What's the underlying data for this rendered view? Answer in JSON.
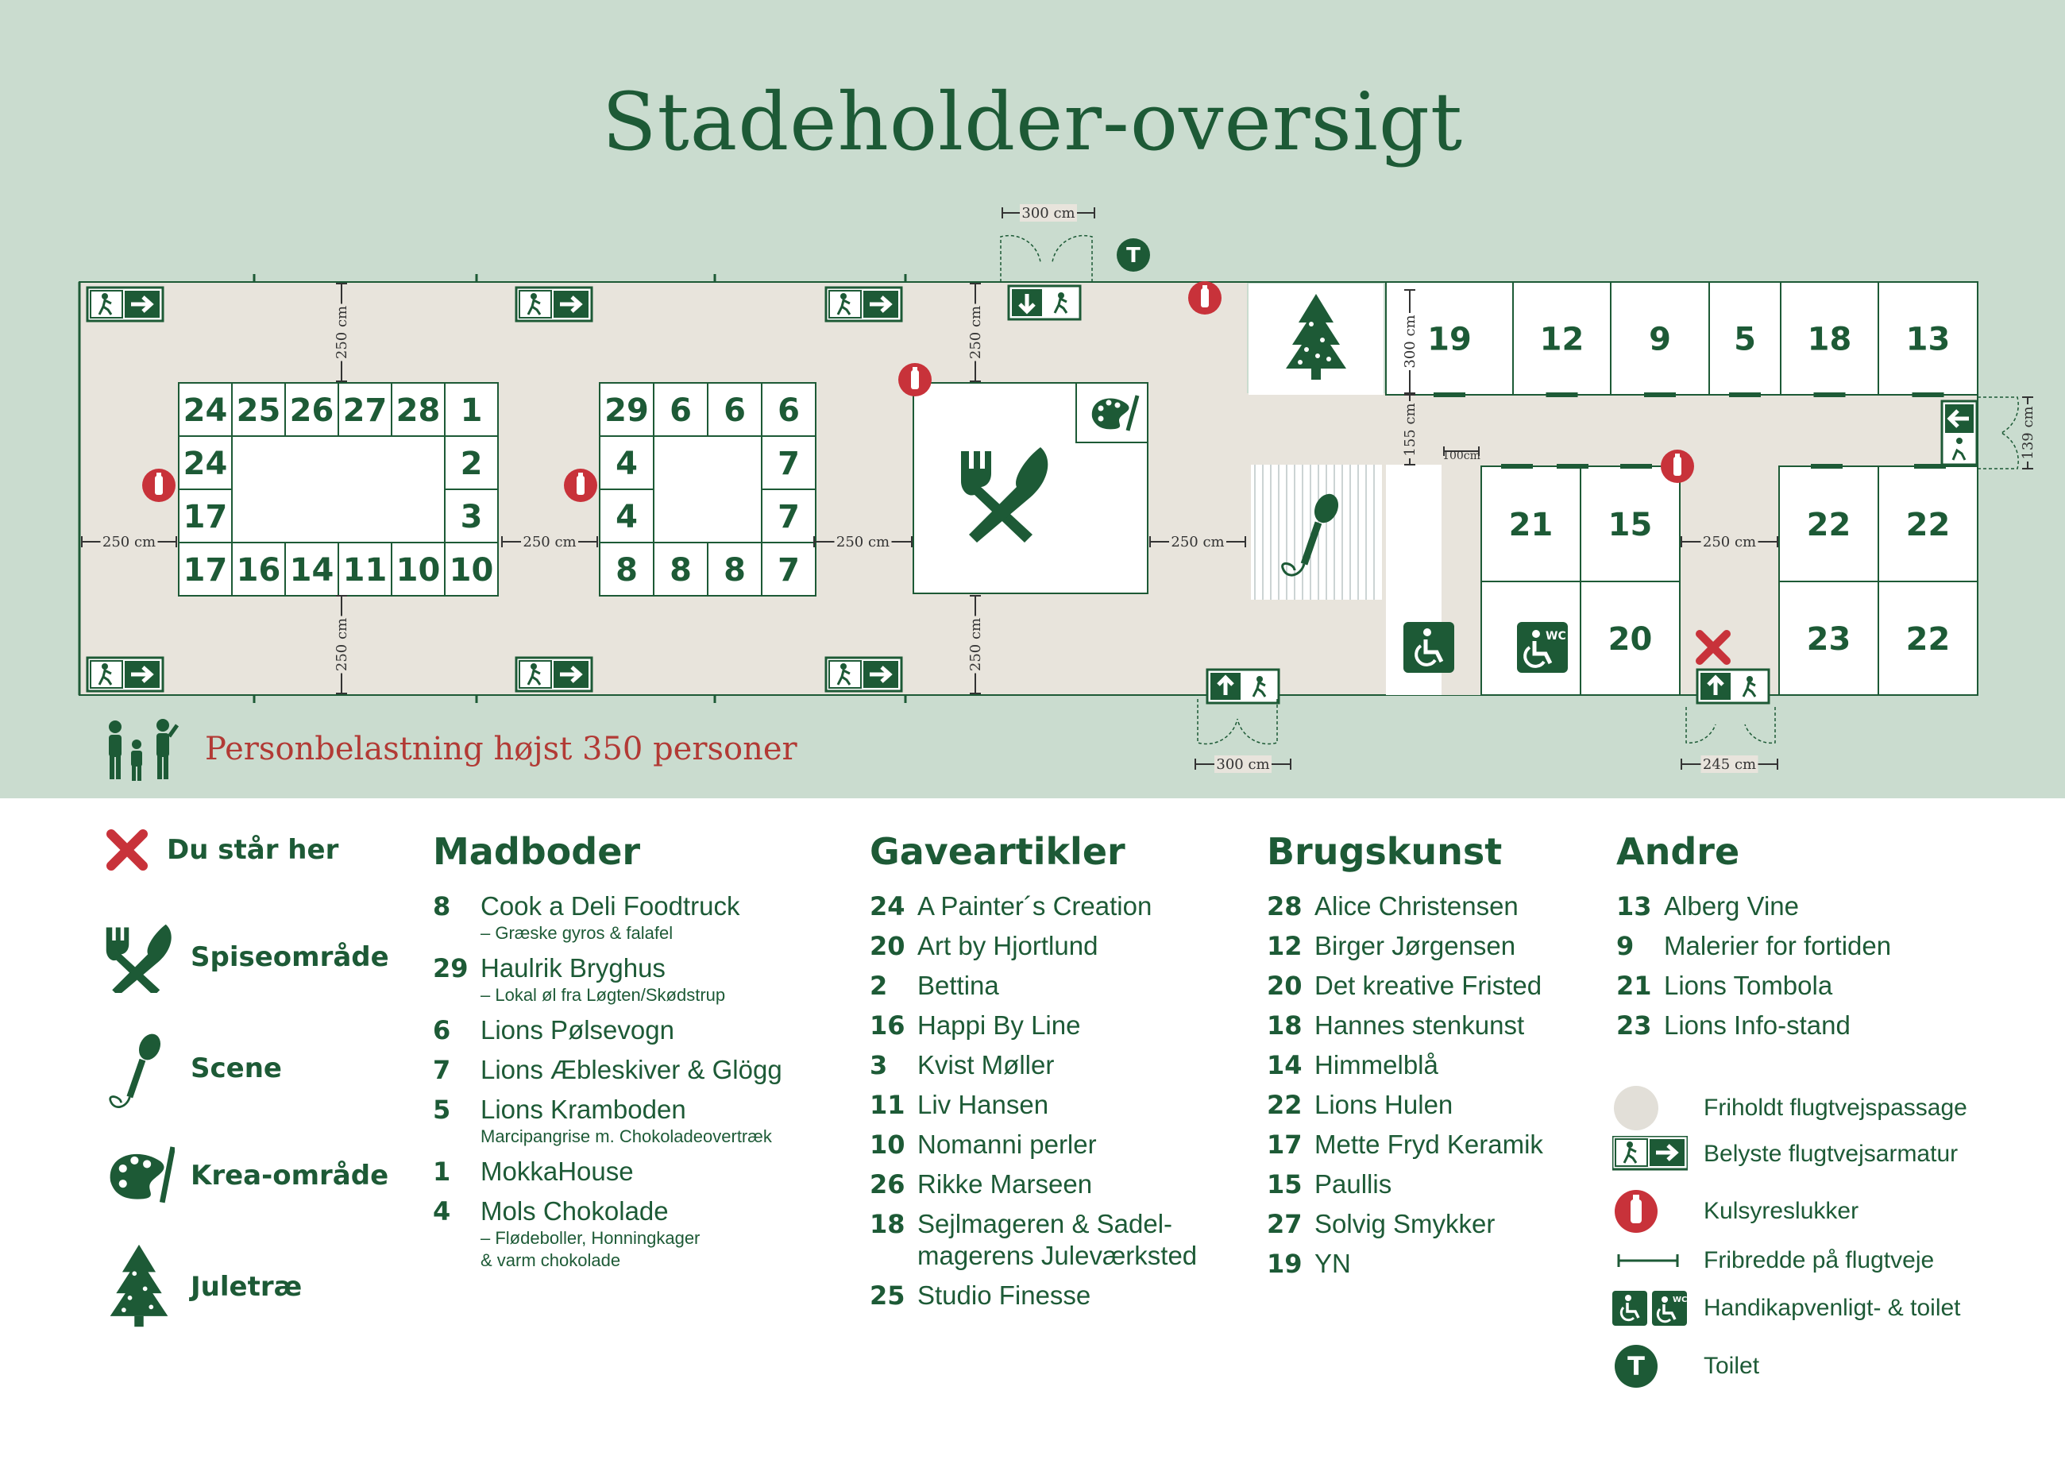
{
  "title": "Stadeholder-oversigt",
  "capacity_text": "Personbelastning højst 350 personer",
  "dimensions": {
    "d300": "300 cm",
    "d250": "250 cm",
    "d245": "245 cm",
    "d155": "155 cm",
    "d100": "100cm",
    "d139": "139 cm"
  },
  "map_symbols": {
    "toilet_letter": "T",
    "wc_letter": "WC"
  },
  "booths": {
    "grid1_top": [
      "24",
      "25",
      "26",
      "27",
      "28",
      "1"
    ],
    "grid1_left": [
      "24",
      "17"
    ],
    "grid1_right": [
      "2",
      "3"
    ],
    "grid1_bottom": [
      "17",
      "16",
      "14",
      "11",
      "10",
      "10"
    ],
    "grid2_top": [
      "29",
      "6",
      "6",
      "6"
    ],
    "grid2_left": [
      "4",
      "4"
    ],
    "grid2_right": [
      "7",
      "7"
    ],
    "grid2_bottom": [
      "8",
      "8",
      "8",
      "7"
    ],
    "right_top": [
      "19",
      "12",
      "9",
      "5",
      "18",
      "13"
    ],
    "mid_pair": [
      "21",
      "15"
    ],
    "mid_lower": "20",
    "far_right_top": [
      "22",
      "22"
    ],
    "far_right_bottom": [
      "23",
      "22"
    ]
  },
  "legend_icons": [
    {
      "label": "Du står her",
      "icon": "x-mark-icon"
    },
    {
      "label": "Spiseområde",
      "icon": "cutlery-icon"
    },
    {
      "label": "Scene",
      "icon": "microphone-icon"
    },
    {
      "label": "Krea-område",
      "icon": "palette-icon"
    },
    {
      "label": "Juletræ",
      "icon": "christmas-tree-icon"
    }
  ],
  "columns": [
    {
      "heading": "Madboder",
      "entries": [
        {
          "num": "8",
          "name": "Cook a Deli Foodtruck",
          "sub": "– Græske gyros & falafel"
        },
        {
          "num": "29",
          "name": "Haulrik Bryghus",
          "sub": "– Lokal øl fra Løgten/Skødstrup"
        },
        {
          "num": "6",
          "name": "Lions Pølsevogn",
          "sub": ""
        },
        {
          "num": "7",
          "name": "Lions Æbleskiver & Glögg",
          "sub": ""
        },
        {
          "num": "5",
          "name": "Lions Kramboden",
          "sub": "Marcipangrise m. Chokoladeovertræk"
        },
        {
          "num": "1",
          "name": "MokkaHouse",
          "sub": ""
        },
        {
          "num": "4",
          "name": "Mols Chokolade",
          "sub": "– Flødeboller, Honningkager",
          "sub2": "& varm chokolade"
        }
      ]
    },
    {
      "heading": "Gaveartikler",
      "entries": [
        {
          "num": "24",
          "name": "A Painter´s Creation"
        },
        {
          "num": "20",
          "name": "Art by Hjortlund"
        },
        {
          "num": "2",
          "name": "Bettina"
        },
        {
          "num": "16",
          "name": "Happi By Line"
        },
        {
          "num": "3",
          "name": "Kvist Møller"
        },
        {
          "num": "11",
          "name": "Liv Hansen"
        },
        {
          "num": "10",
          "name": "Nomanni perler"
        },
        {
          "num": "26",
          "name": "Rikke Marseen"
        },
        {
          "num": "18",
          "name": "Sejlmageren & Sadel-",
          "name2": "magerens Juleværksted"
        },
        {
          "num": "25",
          "name": "Studio Finesse"
        }
      ]
    },
    {
      "heading": "Brugskunst",
      "entries": [
        {
          "num": "28",
          "name": "Alice Christensen"
        },
        {
          "num": "12",
          "name": "Birger Jørgensen"
        },
        {
          "num": "20",
          "name": "Det kreative Fristed"
        },
        {
          "num": "18",
          "name": "Hannes stenkunst"
        },
        {
          "num": "14",
          "name": "Himmelblå"
        },
        {
          "num": "22",
          "name": "Lions Hulen"
        },
        {
          "num": "17",
          "name": "Mette Fryd Keramik"
        },
        {
          "num": "15",
          "name": "Paullis"
        },
        {
          "num": "27",
          "name": "Solvig Smykker"
        },
        {
          "num": "19",
          "name": "YN"
        }
      ]
    },
    {
      "heading": "Andre",
      "entries": [
        {
          "num": "13",
          "name": "Alberg Vine"
        },
        {
          "num": "9",
          "name": "Malerier for fortiden"
        },
        {
          "num": "21",
          "name": "Lions Tombola"
        },
        {
          "num": "23",
          "name": "Lions Info-stand"
        }
      ]
    }
  ],
  "symbols": [
    {
      "label": "Friholdt flugtvejspassage",
      "icon": "passage-circle-icon"
    },
    {
      "label": "Belyste flugtvejsarmatur",
      "icon": "exit-sign-icon"
    },
    {
      "label": "Kulsyreslukker",
      "icon": "fire-extinguisher-icon"
    },
    {
      "label": "Fribredde på flugtveje",
      "icon": "width-bar-icon"
    },
    {
      "label": "Handikapvenligt- & toilet",
      "icon": "accessible-icon"
    },
    {
      "label": "Toilet",
      "icon": "toilet-icon"
    }
  ],
  "colors": {
    "green": "#1d5a36",
    "band": "#cadccf",
    "floor": "#e8e4dc",
    "red": "#c8323a"
  }
}
